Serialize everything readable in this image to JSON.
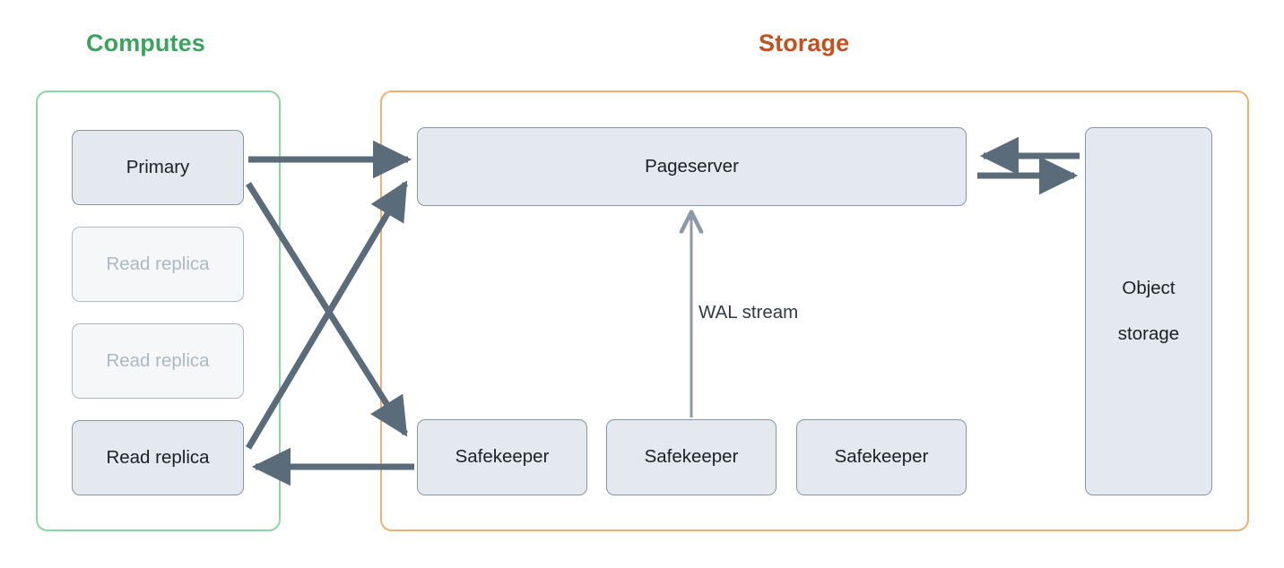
{
  "diagram": {
    "title_computes": "Computes",
    "title_storage": "Storage",
    "colors": {
      "computes_accent": "#3aa35c",
      "storage_accent": "#c5501e",
      "computes_border": "#8ad9a4",
      "storage_border": "#f0b071",
      "node_fill": "#e4e9ef",
      "node_border": "#8597a8",
      "node_dim_fill": "#f5f7f9",
      "node_dim_border": "#aeb9c6",
      "node_dim_text": "#adb8c5",
      "arrow_thick": "#5a6b7a",
      "arrow_thin": "#8a9aa8",
      "text": "#1c2025"
    },
    "groups": [
      {
        "name": "computes",
        "label": "Computes"
      },
      {
        "name": "storage",
        "label": "Storage"
      }
    ],
    "computes": {
      "nodes": [
        {
          "label": "Primary",
          "state": "active"
        },
        {
          "label": "Read replica",
          "state": "dimmed"
        },
        {
          "label": "Read replica",
          "state": "dimmed"
        },
        {
          "label": "Read replica",
          "state": "active"
        }
      ]
    },
    "storage": {
      "pageserver": {
        "label": "Pageserver"
      },
      "safekeepers": [
        {
          "label": "Safekeeper"
        },
        {
          "label": "Safekeeper"
        },
        {
          "label": "Safekeeper"
        }
      ],
      "object_storage": {
        "line1": "Object",
        "line2": "storage"
      }
    },
    "edges": [
      {
        "from": "Primary",
        "to": "Pageserver",
        "label": "",
        "style": "thick"
      },
      {
        "from": "Primary",
        "to": "Safekeeper",
        "label": "",
        "style": "thick"
      },
      {
        "from": "Read replica",
        "to": "Pageserver",
        "label": "",
        "style": "thick"
      },
      {
        "from": "Safekeeper",
        "to": "Read replica",
        "label": "",
        "style": "thick"
      },
      {
        "from": "Object storage",
        "to": "Pageserver",
        "label": "",
        "style": "thick"
      },
      {
        "from": "Pageserver",
        "to": "Object storage",
        "label": "",
        "style": "thick"
      },
      {
        "from": "Safekeeper",
        "to": "Pageserver",
        "label": "WAL stream",
        "style": "thin"
      }
    ],
    "labels": {
      "wal_stream": "WAL stream"
    }
  }
}
